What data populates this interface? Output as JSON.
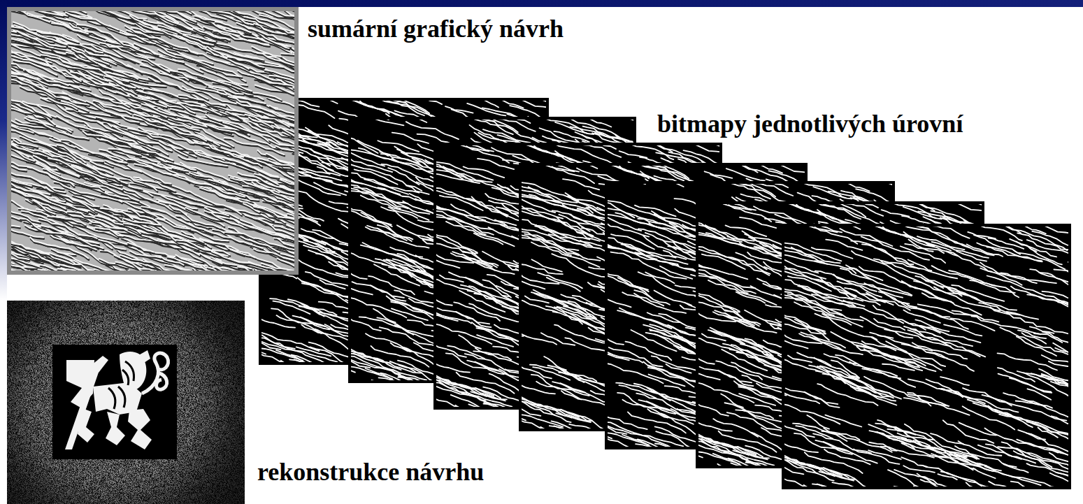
{
  "diagram": {
    "labels": [
      "sumární grafický návrh",
      "bitmapy jednotlivých úrovní",
      "rekonstrukce návrhu"
    ]
  }
}
